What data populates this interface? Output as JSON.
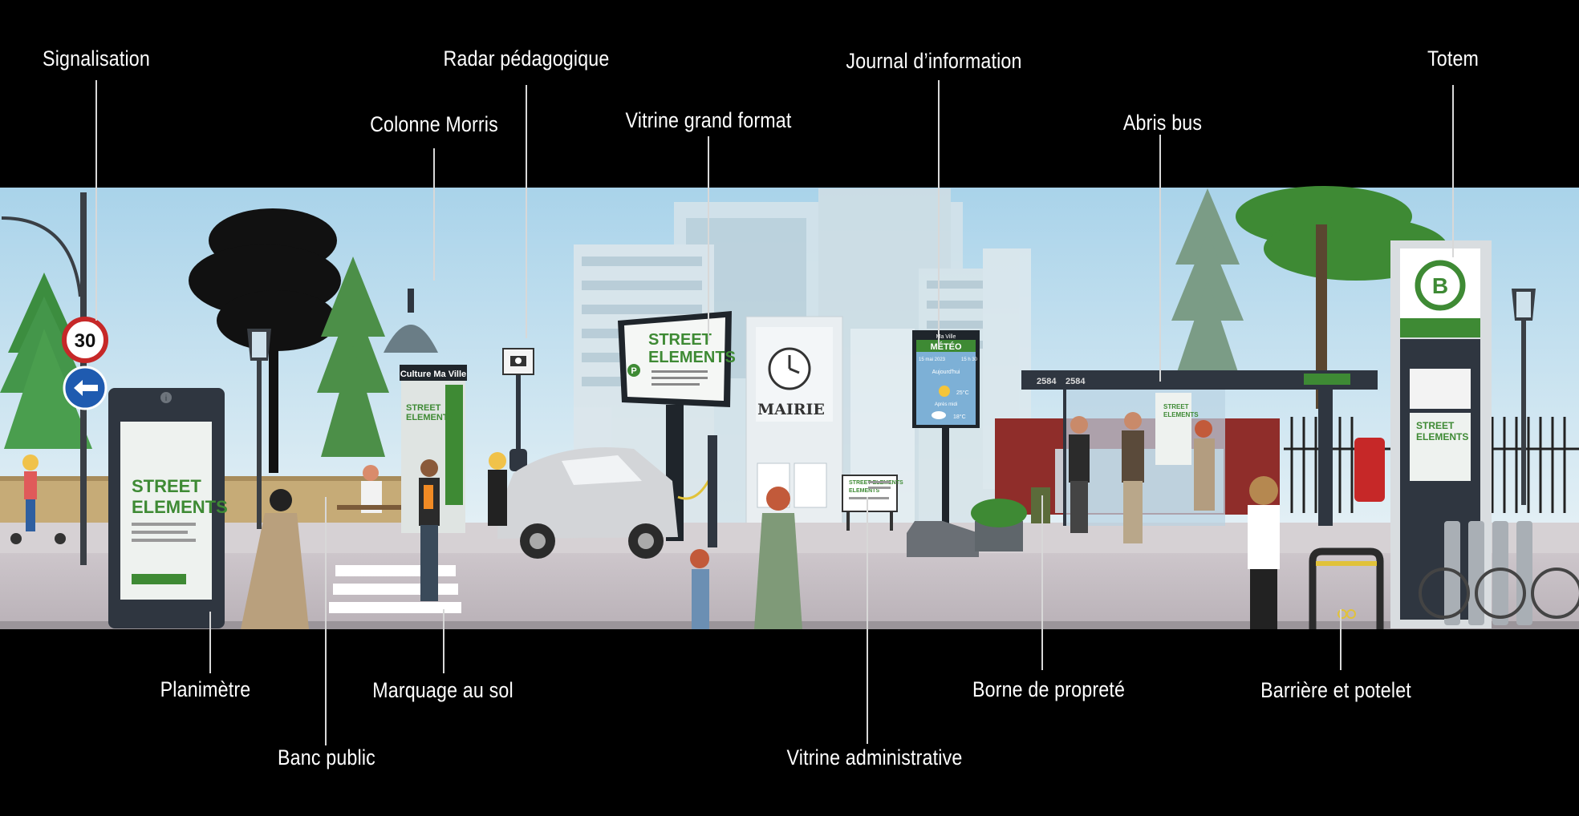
{
  "labels": {
    "signalisation": "Signalisation",
    "radar": "Radar pédagogique",
    "colonne": "Colonne Morris",
    "vitrine_grand": "Vitrine grand format",
    "journal": "Journal d’information",
    "abris": "Abris bus",
    "totem": "Totem",
    "planimetre": "Planimètre",
    "banc": "Banc public",
    "marquage": "Marquage au sol",
    "vitrine_admin": "Vitrine administrative",
    "borne": "Borne de propreté",
    "barriere": "Barrière et potelet"
  },
  "scene_text": {
    "speed_limit": "30",
    "planimetre_brand_1": "STREET",
    "planimetre_brand_2": "ELEMENTS",
    "planimetre_info_icon": "i",
    "colonne_header": "Culture Ma Ville",
    "colonne_brand_1": "STREET",
    "colonne_brand_2": "ELEMENTS",
    "vitrine_brand_1": "STREET",
    "vitrine_brand_2": "ELEMENTS",
    "vitrine_parking": "P",
    "mairie": "MAIRIE",
    "journal_header": "Ma Ville",
    "journal_title": "MÉTÉO",
    "journal_date": "15 mai 2023",
    "journal_time": "15 h 30",
    "journal_today": "Aujourd'hui",
    "journal_temp_1": "25°C",
    "journal_tomorrow": "Après midi",
    "journal_temp_2": "18°C",
    "vitrine_admin_brand_1": "STREET ELEMENTS",
    "vitrine_admin_brand_2": "ELEMENTS",
    "bus_line_1": "2584",
    "bus_line_2": "2584",
    "abri_brand_1": "STREET",
    "abri_brand_2": "ELEMENTS",
    "totem_letter": "B",
    "totem_brand_1": "STREET",
    "totem_brand_2": "ELEMENTS"
  },
  "colors": {
    "background": "#000000",
    "sky_top": "#a9d3ea",
    "sky_bottom": "#e6f1f6",
    "brand_green": "#3e8a34",
    "sign_red": "#c62828",
    "sign_blue": "#1f5bb0",
    "furniture_dark": "#2f3640"
  },
  "icons": [
    "arrow-left-icon",
    "info-icon",
    "camera-icon",
    "clock-icon",
    "sun-icon",
    "cloud-icon",
    "parking-icon",
    "bicycle-icon"
  ]
}
